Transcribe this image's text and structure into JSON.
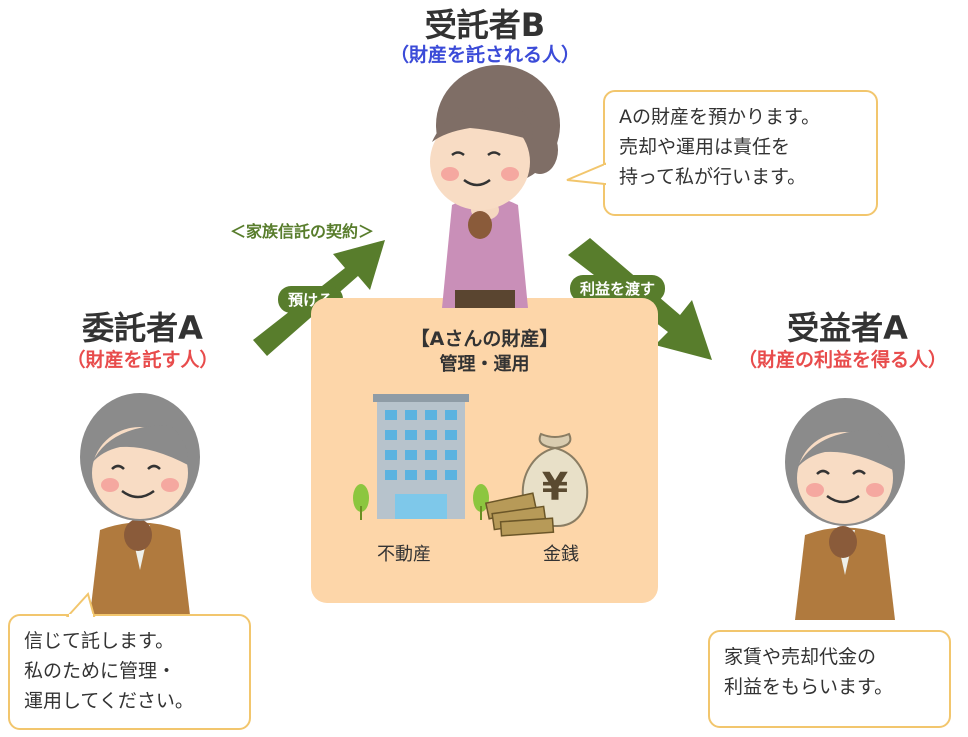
{
  "trustee": {
    "title": "受託者B",
    "subtitle": "（財産を託される人）",
    "speech": [
      "Aの財産を預かります。",
      "売却や運用は責任を",
      "持って私が行います。"
    ]
  },
  "settlor": {
    "title": "委託者A",
    "subtitle": "（財産を託す人）",
    "speech": [
      "信じて託します。",
      "私のために管理・",
      "運用してください。"
    ]
  },
  "beneficiary": {
    "title": "受益者A",
    "subtitle": "（財産の利益を得る人）",
    "speech": [
      "家賃や売却代金の",
      "利益をもらいます。"
    ]
  },
  "contract_label": "＜家族信託の契約＞",
  "arrow_entrust_label": "預ける",
  "arrow_benefit_label": "利益を渡す",
  "assets": {
    "title": "【Aさんの財産】",
    "subtitle": "管理・運用",
    "real_estate": "不動産",
    "money": "金銭",
    "yen_symbol": "¥"
  },
  "colors": {
    "trustee_title": "#333333",
    "trustee_subtitle": "#3b4bd8",
    "settlor_subtitle": "#e84c4c",
    "beneficiary_subtitle": "#e84c4c",
    "arrow_green": "#587d2c",
    "bubble_border": "#f2c66d",
    "asset_box": "#fdd6a9"
  }
}
